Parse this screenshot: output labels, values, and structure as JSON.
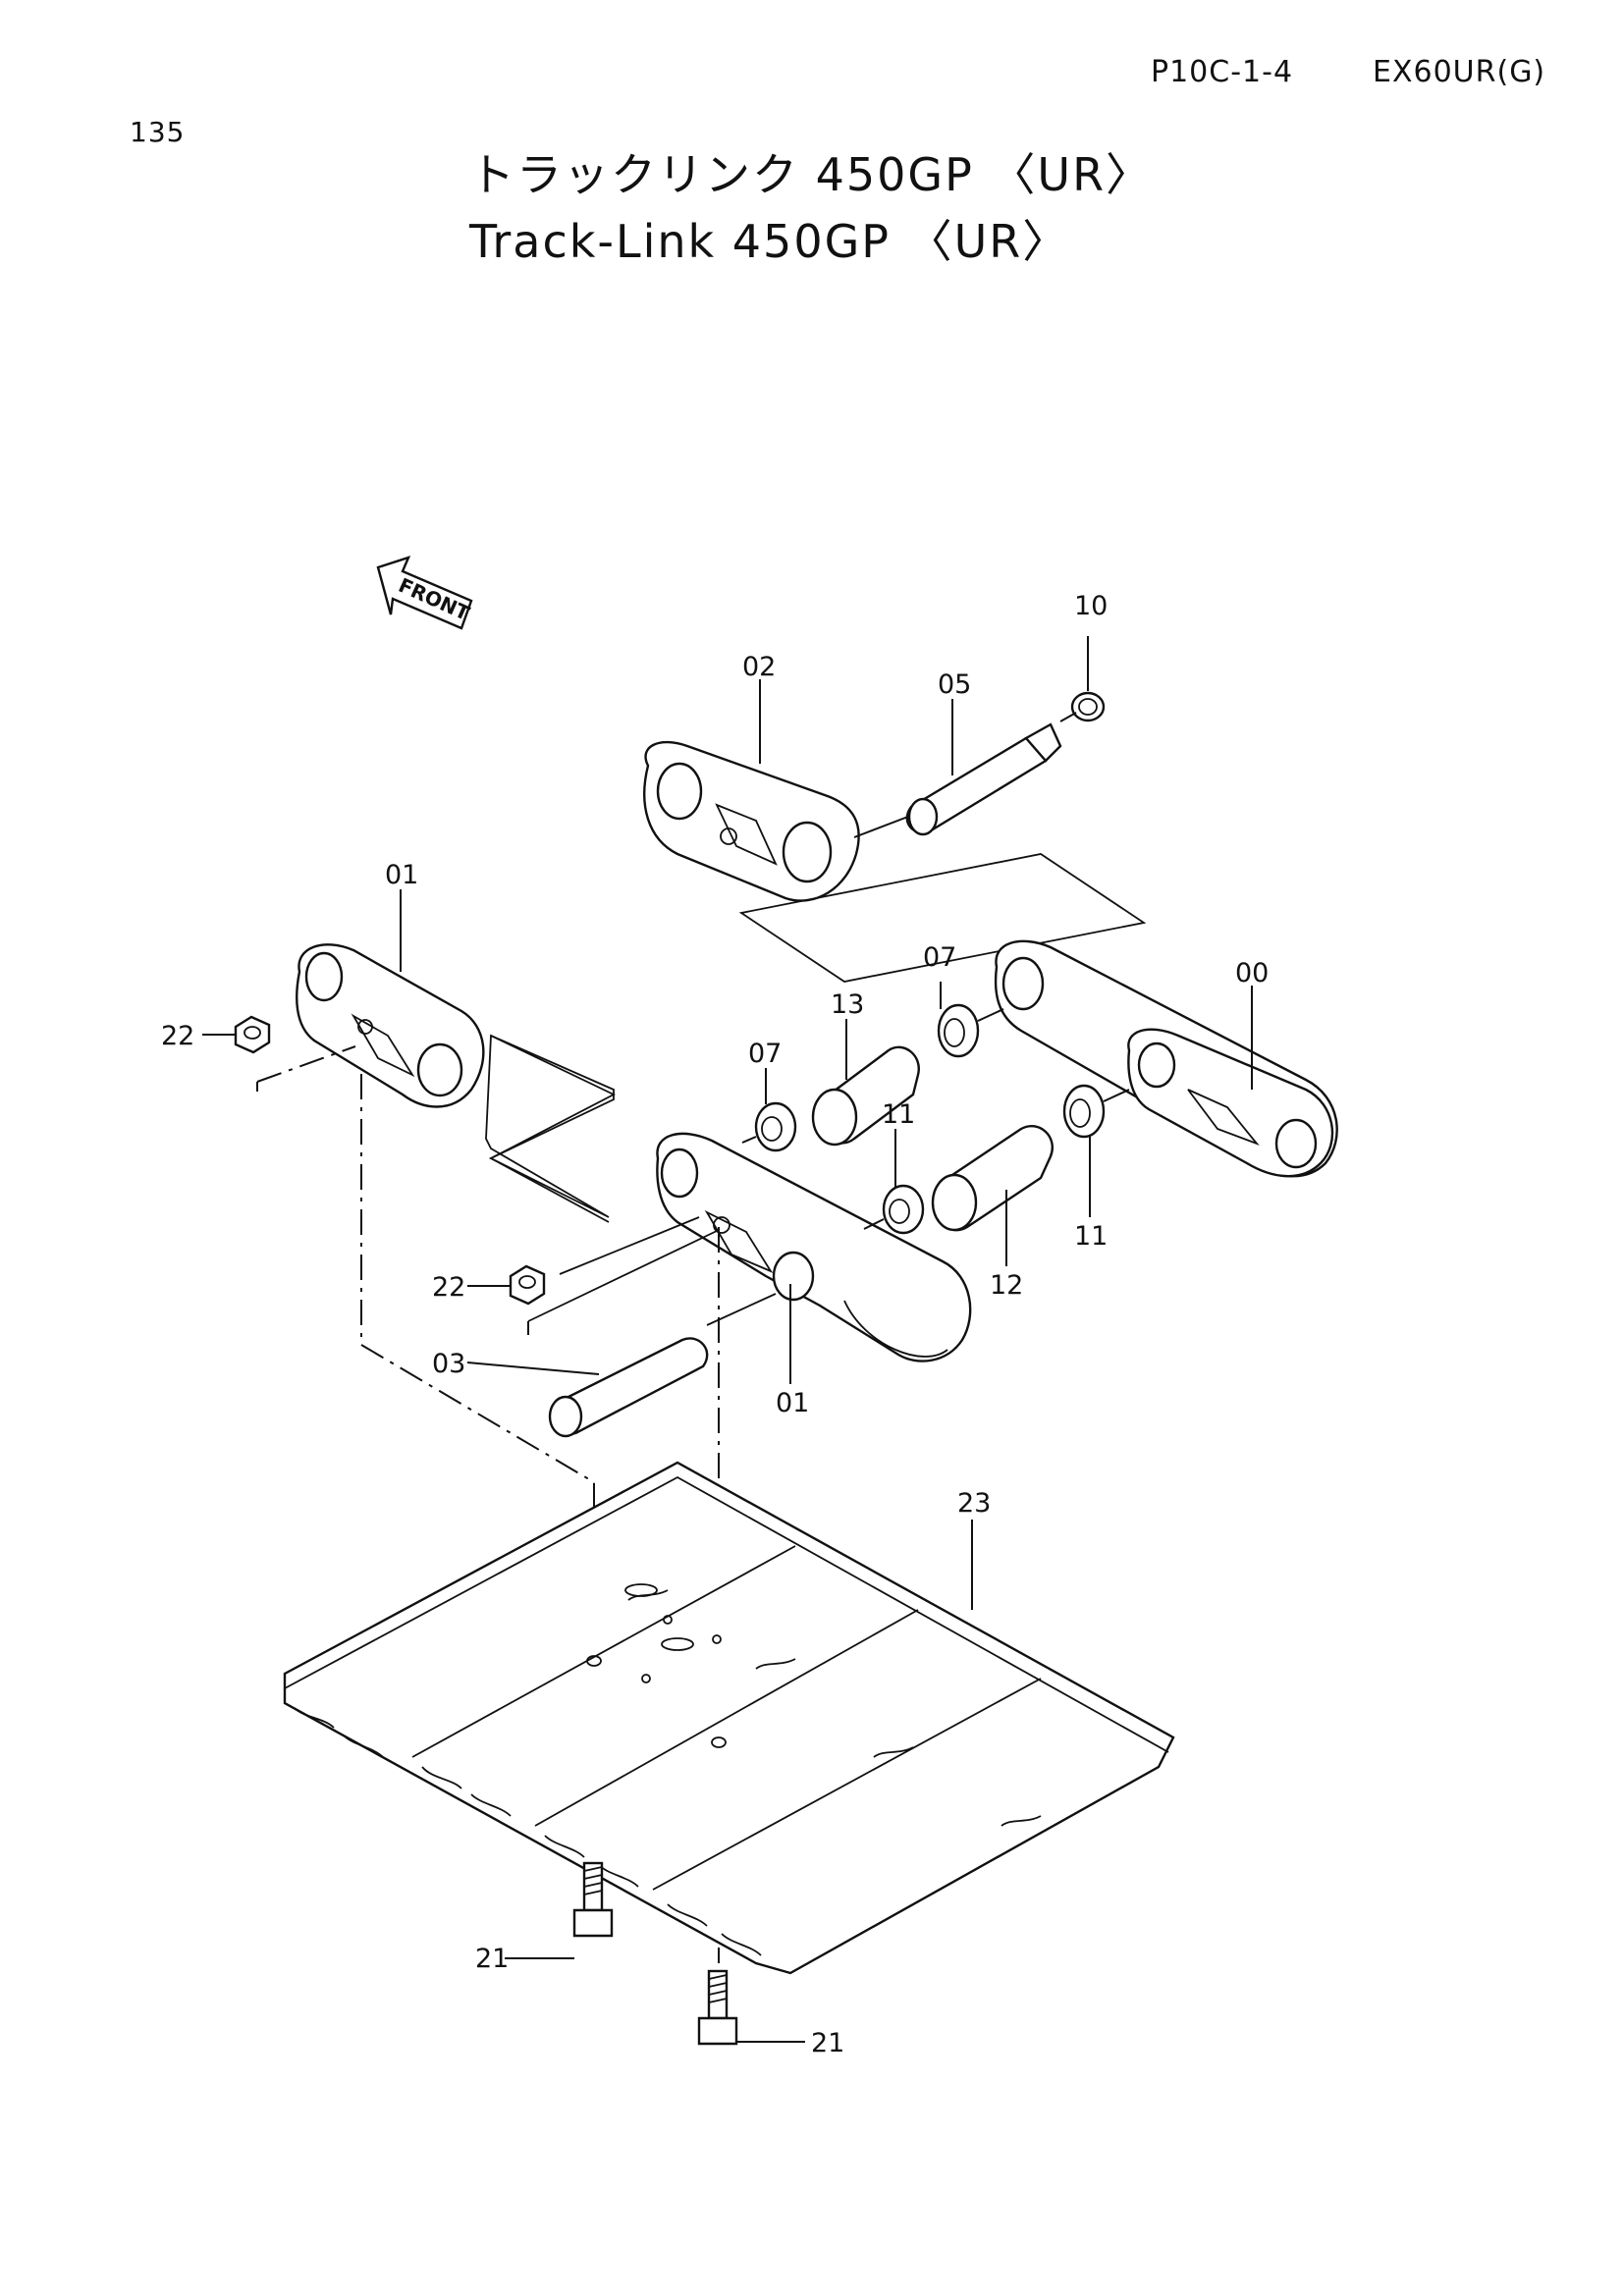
{
  "header": {
    "page_code": "P10C-1-4",
    "model": "EX60UR(G)",
    "page_number": "135"
  },
  "title": {
    "japanese": "トラックリンク 450GP 〈UR〉",
    "english": "Track-Link 450GP 〈UR〉"
  },
  "front_arrow_label": "FRONT",
  "callouts": {
    "c10": "10",
    "c02": "02",
    "c05": "05",
    "c01_top": "01",
    "c07_right": "07",
    "c00": "00",
    "c22_top": "22",
    "c13": "13",
    "c07_left": "07",
    "c11_left": "11",
    "c11_right": "11",
    "c22_bottom": "22",
    "c12": "12",
    "c03": "03",
    "c01_bottom": "01",
    "c23": "23",
    "c21_left": "21",
    "c21_right": "21"
  }
}
